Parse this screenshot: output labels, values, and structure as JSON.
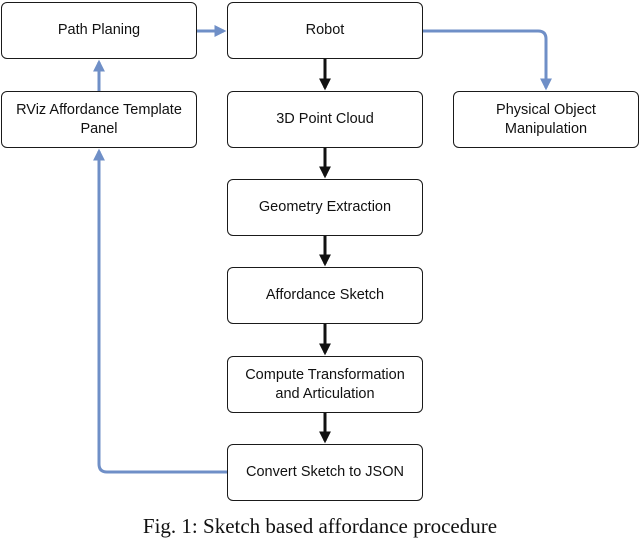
{
  "nodes": {
    "path_planning": "Path Planing",
    "rviz_panel": "RViz Affordance Template\nPanel",
    "robot": "Robot",
    "point_cloud": "3D Point Cloud",
    "geometry_extraction": "Geometry Extraction",
    "affordance_sketch": "Affordance Sketch",
    "compute_transformation": "Compute Transformation\nand Articulation",
    "convert_sketch": "Convert Sketch to JSON",
    "physical_manipulation": "Physical Object\nManipulation"
  },
  "caption": "Fig. 1: Sketch based affordance procedure",
  "colors": {
    "main_arrow": "#111111",
    "feedback_arrow": "#6f8fc7",
    "box_border": "#1a1a1a"
  },
  "edges": [
    {
      "from": "path_planning",
      "to": "robot",
      "style": "feedback"
    },
    {
      "from": "robot",
      "to": "point_cloud",
      "style": "main"
    },
    {
      "from": "robot",
      "to": "physical_manipulation",
      "style": "feedback"
    },
    {
      "from": "point_cloud",
      "to": "geometry_extraction",
      "style": "main"
    },
    {
      "from": "geometry_extraction",
      "to": "affordance_sketch",
      "style": "main"
    },
    {
      "from": "affordance_sketch",
      "to": "compute_transformation",
      "style": "main"
    },
    {
      "from": "compute_transformation",
      "to": "convert_sketch",
      "style": "main"
    },
    {
      "from": "convert_sketch",
      "to": "rviz_panel",
      "style": "feedback"
    },
    {
      "from": "rviz_panel",
      "to": "path_planning",
      "style": "feedback"
    }
  ]
}
